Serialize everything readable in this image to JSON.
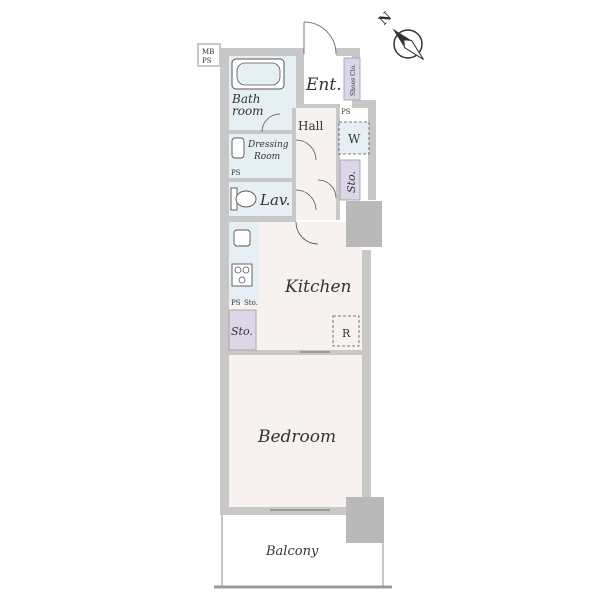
{
  "compass": {
    "label": "N",
    "icon": "north-arrow-icon"
  },
  "rooms": {
    "mb_ps": "MB",
    "mb_ps2": "PS",
    "entrance": "Ent.",
    "shoes_closet": "Shoes Clo.",
    "hall": "Hall",
    "washer": "W",
    "storage_hall": "Sto.",
    "bathroom_line1": "Bath",
    "bathroom_line2": "room",
    "dressing_line1": "Dressing",
    "dressing_line2": "Room",
    "lavatory": "Lav.",
    "kitchen": "Kitchen",
    "refrigerator": "R",
    "storage_kitchen": "Sto.",
    "bedroom": "Bedroom",
    "balcony": "Balcony",
    "ps_small": "PS",
    "ps_small2": "PS",
    "ps_small3": "PS",
    "ps_small4": "Sto."
  },
  "colors": {
    "wall": "#c8c8c8",
    "wall_dark": "#9b9b9b",
    "floor": "#f7f1ef",
    "wet": "#e6f0f4",
    "storage": "#ddd6e8",
    "pillar": "#b9b9b9"
  }
}
